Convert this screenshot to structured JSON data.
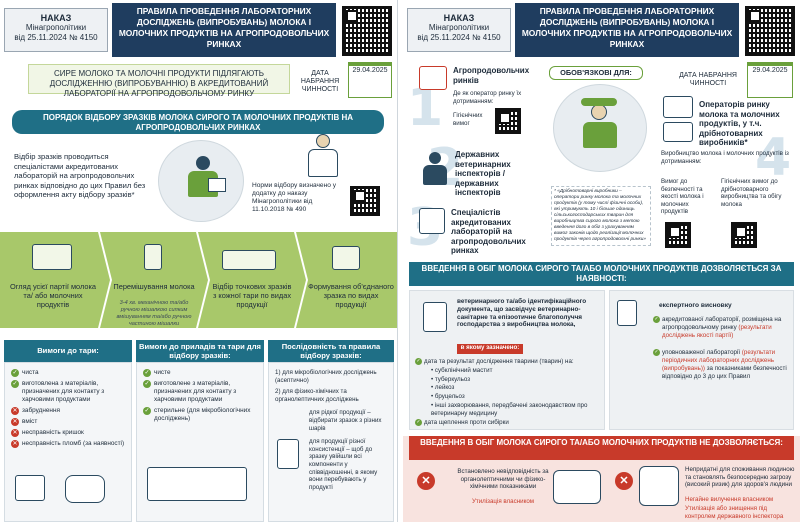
{
  "left": {
    "order": {
      "line1": "НАКАЗ",
      "line2": "Мінагрополітики",
      "line3": "від 25.11.2024 № 4150"
    },
    "title": "ПРАВИЛА ПРОВЕДЕННЯ ЛАБОРАТОРНИХ ДОСЛІДЖЕНЬ (ВИПРОБУВАНЬ) МОЛОКА І МОЛОЧНИХ ПРОДУКТІВ НА АГРОПРОДОВОЛЬЧИХ РИНКАХ",
    "banner": "СИРЕ МОЛОКО ТА МОЛОЧНІ ПРОДУКТИ ПІДЛЯГАЮТЬ ДОСЛІДЖЕННЮ (ВИПРОБУВАННЮ) В АКРЕДИТОВАНИЙ ЛАБОРАТОРІЇ НА АГРОПРОДОВОЛЬЧОМУ РИНКУ",
    "date_label": "ДАТА НАБРАННЯ ЧИННОСТІ",
    "date": "29.04.2025",
    "procedure_title": "ПОРЯДОК ВІДБОРУ ЗРАЗКІВ МОЛОКА СИРОГО ТА МОЛОЧНИХ ПРОДУКТІВ НА АГРОПРОДОВОЛЬЧИХ РИНКАХ",
    "procedure_text": "Відбір зразків проводиться спеціалістами акредитованих лабораторій на агропродовольчих ринках відповідно до цих Правил без оформлення акту відбору зразків*",
    "norms_text": "Норми відбору визначено у додатку до наказу Мінагрополітики від 11.10.2018 № 490",
    "steps": [
      {
        "title": "Огляд усієї партії молока та/ або молочних продуктів",
        "sub": ""
      },
      {
        "title": "Перемішування молока",
        "sub": "3-4 хв. механічною та/або ручною мішалкою сипким вмішуванням та/або ручною частиною мішалки"
      },
      {
        "title": "Відбір точкових зразків з кожної тари по видах продукції",
        "sub": ""
      },
      {
        "title": "Формування об'єднаного зразка по видах продукції",
        "sub": ""
      }
    ],
    "req_headers": [
      "Вимоги до тари:",
      "Вимоги до приладів та тари для відбору зразків:",
      "Послідовність та правила відбору зразків:"
    ],
    "req_col1": [
      {
        "t": "чиста",
        "x": false
      },
      {
        "t": "виготовлена з матеріалів, призначених для контакту з харчовими продуктами",
        "x": false
      },
      {
        "t": "забруднення",
        "x": true
      },
      {
        "t": "вміст",
        "x": true
      },
      {
        "t": "несправність кришок",
        "x": true
      },
      {
        "t": "несправність пломб (за наявності)",
        "x": true
      }
    ],
    "req_col2": [
      {
        "t": "чисте",
        "x": false
      },
      {
        "t": "виготовлене з матеріалів, призначених для контакту з харчовими продуктами",
        "x": false
      },
      {
        "t": "стерильне (для мікробіологічних досліджень)",
        "x": false
      }
    ],
    "req_col3": [
      "1) для мікробіологічних досліджень (асептично)",
      "2) для фізико-хімічних та органолептичних досліджень",
      "для рідкої продукції – відбирати зразок з різних шарів",
      "для продукції різної консистенції – щоб до зразку увійшли всі компоненти у співвідношенні, в якому вони перебувають у продукті"
    ]
  },
  "right": {
    "order": {
      "line1": "НАКАЗ",
      "line2": "Мінагрополітики",
      "line3": "від 25.11.2024 № 4150"
    },
    "title": "ПРАВИЛА ПРОВЕДЕННЯ ЛАБОРАТОРНИХ ДОСЛІДЖЕНЬ (ВИПРОБУВАНЬ) МОЛОКА І МОЛОЧНИХ ПРОДУКТІВ НА АГРОПРОДОВОЛЬЧИХ РИНКАХ",
    "oblig": "ОБОВ'ЯЗКОВІ ДЛЯ:",
    "date_label": "ДАТА НАБРАННЯ ЧИННОСТІ",
    "date": "29.04.2025",
    "roles": [
      {
        "num": "1",
        "title": "Агропродовольчих ринків",
        "sub": "Де як оператор ринку їх дотриманням:",
        "sub2": "Гігієнічних вимог"
      },
      {
        "num": "2",
        "title": "Державних ветеринарних інспекторів / державних інспекторів",
        "sub": "",
        "sub2": ""
      },
      {
        "num": "3",
        "title": "Спеціалістів акредитованих лабораторій на агропродовольчих ринках",
        "sub": "",
        "sub2": ""
      },
      {
        "num": "4",
        "title": "Операторів ринку молока та молочних продуктів, у т.ч. дрібнотоварних виробників*",
        "sub": "Виробництво молока і молочних продуктів із дотриманням:",
        "sub2": ""
      }
    ],
    "role4_items": [
      "Вимог до безпечності та якості молока і молочних продуктів",
      "Гігієнічних вимог до дрібнотоварного виробництва та обігу молока"
    ],
    "footnote": "* «Дрібнотоварні виробники – оператори ринку молока та молочних продуктів (у тому числі фізичні особи), які утримують 10 і більше одиниць сільськогосподарських тварин для виробництва сирого молока з метою введення його в обіг з урахуванням вимог законів щодо реалізації молочних продуктів через агропродовольчі ринки»",
    "allowed_title": "ВВЕДЕННЯ В ОБІГ МОЛОКА СИРОГО ТА/АБО МОЛОЧНИХ ПРОДУКТІВ ДОЗВОЛЯЄТЬСЯ ЗА НАЯВНОСТІ:",
    "vet_doc": "ветеринарного та/або ідентифікаційного документа, що засвідчує ветеринарно-санітарне та епізоотичне благополуччя господарства з виробництва молока,",
    "vet_doc_note": "в якому зазначено:",
    "vet_items": [
      "дата та результат дослідження тварини (тварин) на:",
      "субклінічний мастит",
      "туберкульоз",
      "лейкоз",
      "бруцельоз",
      "інші захворювання, передбачені законодавством про ветеринарну медицину",
      "дата щеплення проти сибірки"
    ],
    "expert_title": "експертного висновку",
    "expert_items": [
      {
        "t": "акредитованої лабораторії, розміщена на агропродовольчому ринку",
        "hl": "(результати досліджень якості партії)"
      },
      {
        "t": "уповноваженої лабораторії",
        "hl": "(результати періодичних лабораторних досліджень (випробувань))",
        "t2": "за показниками безпечності відповідно до 3 до цих Правил"
      }
    ],
    "forbidden_title": "ВВЕДЕННЯ В ОБІГ МОЛОКА СИРОГО ТА/АБО МОЛОЧНИХ ПРОДУКТІВ НЕ ДОЗВОЛЯЄТЬСЯ:",
    "forbid1": "Встановлено невідповідність за органолептичними чи фізико-хімічними показниками",
    "forbid1_sub": "Утилізація власником",
    "forbid2": "Непридатні для споживання людиною та становлять безпосередню загрозу (високий ризик) для здоров'я людини",
    "forbid2_sub1": "Негайне вилучення власником",
    "forbid2_sub2": "Утилізація або знищення під контролем державного інспектора"
  },
  "colors": {
    "navy": "#1f3d5f",
    "teal": "#1f6f86",
    "green": "#6aa03b",
    "lightgreen": "#a8c86a",
    "red": "#c83a2a"
  }
}
